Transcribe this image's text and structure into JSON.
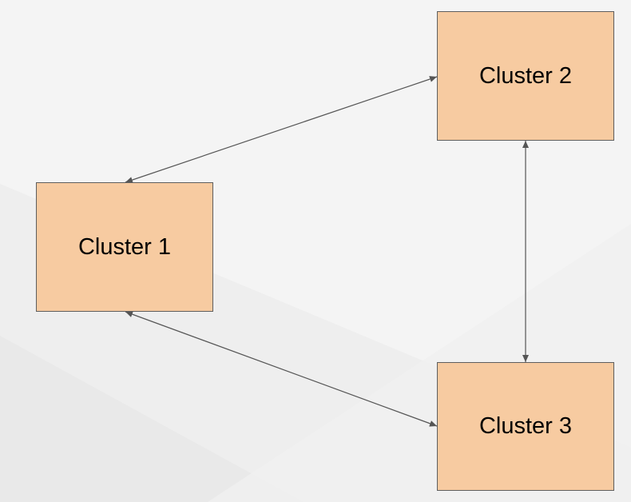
{
  "diagram": {
    "background_color": "#f3f3f3",
    "node_fill": "#f7cba1",
    "edge_color": "#555555",
    "nodes": [
      {
        "id": "c1",
        "label": "Cluster 1"
      },
      {
        "id": "c2",
        "label": "Cluster 2"
      },
      {
        "id": "c3",
        "label": "Cluster 3"
      }
    ],
    "edges": [
      {
        "from": "c1",
        "to": "c2",
        "bidirectional": true
      },
      {
        "from": "c2",
        "to": "c3",
        "bidirectional": true
      },
      {
        "from": "c1",
        "to": "c3",
        "bidirectional": true
      }
    ]
  }
}
